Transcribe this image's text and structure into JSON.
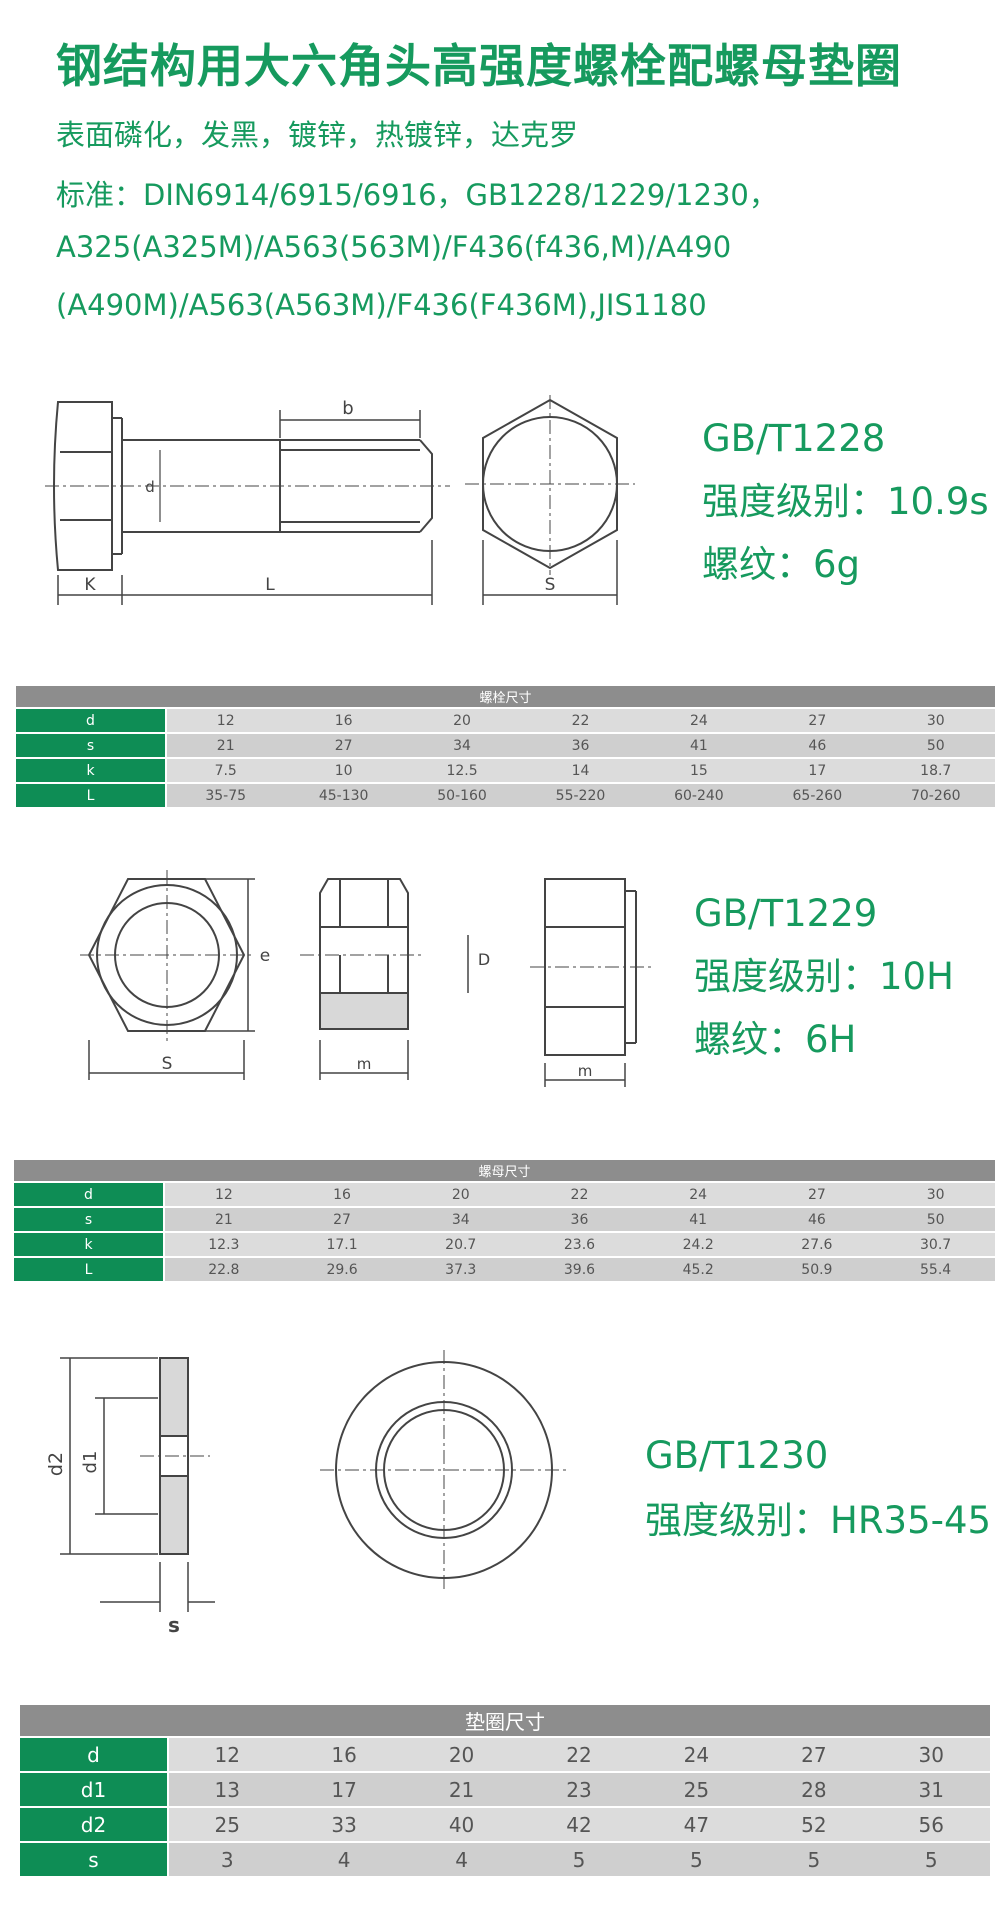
{
  "header": {
    "title": "钢结构用大六角头高强度螺栓配螺母垫圈",
    "finishes": "表面磷化，发黑，镀锌，热镀锌，达克罗",
    "standards_line1": "标准：DIN6914/6915/6916，GB1228/1229/1230，",
    "standards_line2": "A325(A325M)/A563(563M)/F436(f436,M)/A490",
    "standards_line3": "(A490M)/A563(A563M)/F436(F436M),JIS1180"
  },
  "bolt": {
    "standard": "GB/T1228",
    "grade": "强度级别：10.9s",
    "thread": "螺纹：6g",
    "drawing_labels": {
      "b": "b",
      "d": "d",
      "k": "K",
      "l": "L",
      "s": "S"
    },
    "table": {
      "title": "螺栓尺寸",
      "rows": [
        {
          "label": "d",
          "values": [
            "12",
            "16",
            "20",
            "22",
            "24",
            "27",
            "30"
          ]
        },
        {
          "label": "s",
          "values": [
            "21",
            "27",
            "34",
            "36",
            "41",
            "46",
            "50"
          ]
        },
        {
          "label": "k",
          "values": [
            "7.5",
            "10",
            "12.5",
            "14",
            "15",
            "17",
            "18.7"
          ]
        },
        {
          "label": "L",
          "values": [
            "35-75",
            "45-130",
            "50-160",
            "55-220",
            "60-240",
            "65-260",
            "70-260"
          ]
        }
      ]
    }
  },
  "nut": {
    "standard": "GB/T1229",
    "grade": "强度级别：10H",
    "thread": "螺纹：6H",
    "drawing_labels": {
      "e": "e",
      "s": "S",
      "d": "D",
      "m1": "m",
      "m2": "m"
    },
    "table": {
      "title": "螺母尺寸",
      "rows": [
        {
          "label": "d",
          "values": [
            "12",
            "16",
            "20",
            "22",
            "24",
            "27",
            "30"
          ]
        },
        {
          "label": "s",
          "values": [
            "21",
            "27",
            "34",
            "36",
            "41",
            "46",
            "50"
          ]
        },
        {
          "label": "k",
          "values": [
            "12.3",
            "17.1",
            "20.7",
            "23.6",
            "24.2",
            "27.6",
            "30.7"
          ]
        },
        {
          "label": "L",
          "values": [
            "22.8",
            "29.6",
            "37.3",
            "39.6",
            "45.2",
            "50.9",
            "55.4"
          ]
        }
      ]
    }
  },
  "washer": {
    "standard": "GB/T1230",
    "grade": "强度级别：HR35-45",
    "drawing_labels": {
      "d2": "d2",
      "d1": "d1",
      "s": "s"
    },
    "table": {
      "title": "垫圈尺寸",
      "rows": [
        {
          "label": "d",
          "values": [
            "12",
            "16",
            "20",
            "22",
            "24",
            "27",
            "30"
          ]
        },
        {
          "label": "d1",
          "values": [
            "13",
            "17",
            "21",
            "23",
            "25",
            "28",
            "31"
          ]
        },
        {
          "label": "d2",
          "values": [
            "25",
            "33",
            "40",
            "42",
            "47",
            "52",
            "56"
          ]
        },
        {
          "label": "s",
          "values": [
            "3",
            "4",
            "4",
            "5",
            "5",
            "5",
            "5"
          ]
        }
      ]
    }
  }
}
